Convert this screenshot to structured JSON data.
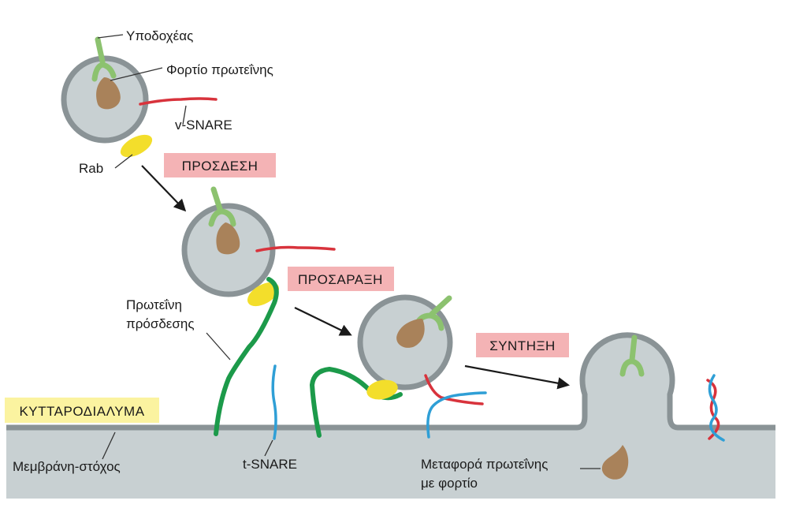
{
  "labels": {
    "receptor": "Υποδοχέας",
    "cargo_protein": "Φορτίο πρωτεΐνης",
    "v_snare": "v-SNARE",
    "rab": "Rab",
    "tethering_protein_line1": "Πρωτεΐνη",
    "tethering_protein_line2": "πρόσδεσης",
    "cytosol": "ΚΥΤΤΑΡΟΔΙΑΛΥΜΑ",
    "target_membrane": "Μεμβράνη-στόχος",
    "t_snare": "t-SNARE",
    "cargo_transfer_line1": "Μεταφορά πρωτεΐνης",
    "cargo_transfer_line2": "με φορτίο"
  },
  "stages": {
    "tethering": "ΠΡΟΣΔΕΣΗ",
    "docking": "ΠΡΟΣΑΡΑΞΗ",
    "fusion": "ΣΥΝΤΗΞΗ"
  },
  "colors": {
    "membrane": "#c8d0d2",
    "membrane_edge": "#8a9396",
    "receptor": "#8cc26f",
    "cargo": "#a9825a",
    "v_snare": "#d8333c",
    "t_snare": "#2f9fd6",
    "tethering_protein": "#1c9a4a",
    "rab": "#f3de2b",
    "stage_box": "#f4b3b5",
    "cytosol_box": "#fbf3a0"
  }
}
